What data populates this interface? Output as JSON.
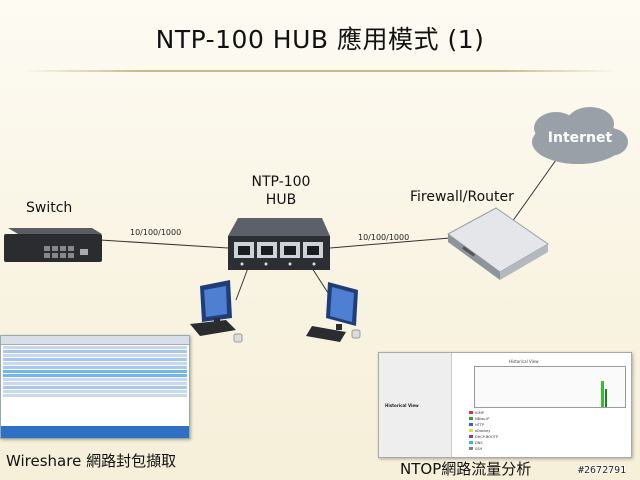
{
  "title": "NTP-100 HUB 應用模式 (1)",
  "labels": {
    "switch": "Switch",
    "hub_line1": "NTP-100",
    "hub_line2": "HUB",
    "firewall": "Firewall/Router",
    "internet": "Internet",
    "link_left": "10/100/1000",
    "link_right": "10/100/1000"
  },
  "captions": {
    "wireshark": "Wireshare 網路封包擷取",
    "ntop": "NTOP網路流量分析"
  },
  "ntop": {
    "chart_title": "Historical View",
    "side_label": "Historical View",
    "legend": [
      {
        "name": "IGMP",
        "color": "#e03030"
      },
      {
        "name": "NBios-IP",
        "color": "#30a030"
      },
      {
        "name": "HTTP",
        "color": "#3060e0"
      },
      {
        "name": "eDonkey",
        "color": "#e0e030"
      },
      {
        "name": "DHCP-BOOTP",
        "color": "#a030a0"
      },
      {
        "name": "DNS",
        "color": "#30c0c0"
      },
      {
        "name": "SSH",
        "color": "#808080"
      }
    ]
  },
  "watermark": "#2672791",
  "colors": {
    "hub": "#2b2e33",
    "cloud": "#9aa0a8",
    "wireshark_bar": "#2f6fc4"
  }
}
